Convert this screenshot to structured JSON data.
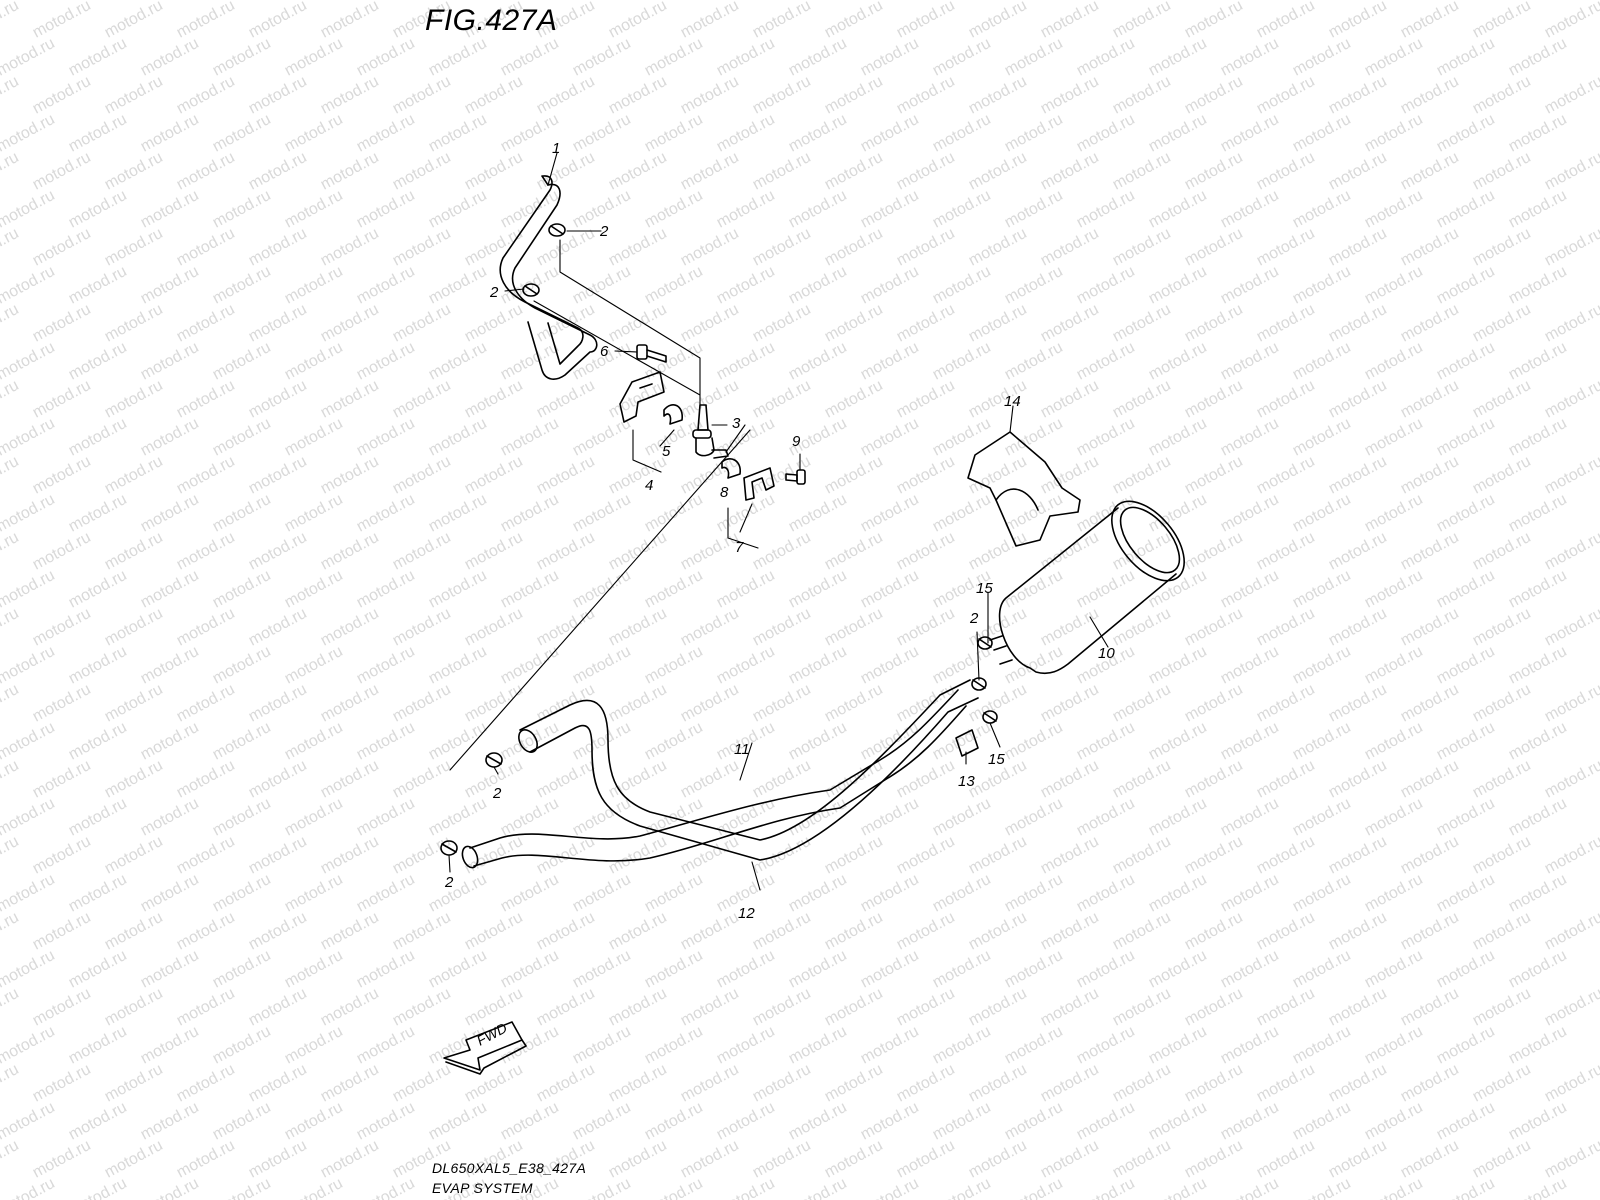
{
  "figure": {
    "title": "FIG.427A"
  },
  "watermark": {
    "text": "motod.ru"
  },
  "callouts": {
    "c1": "1",
    "c2a": "2",
    "c2b": "2",
    "c2c": "2",
    "c2d": "2",
    "c2e": "2",
    "c3": "3",
    "c4": "4",
    "c5": "5",
    "c6": "6",
    "c7": "7",
    "c8": "8",
    "c9": "9",
    "c10": "10",
    "c11": "11",
    "c12": "12",
    "c13": "13",
    "c14": "14",
    "c15a": "15",
    "c15b": "15"
  },
  "fwd_arrow": {
    "label": "FWD"
  },
  "footer": {
    "code": "DL650XAL5_E38_427A",
    "name": "EVAP SYSTEM"
  }
}
